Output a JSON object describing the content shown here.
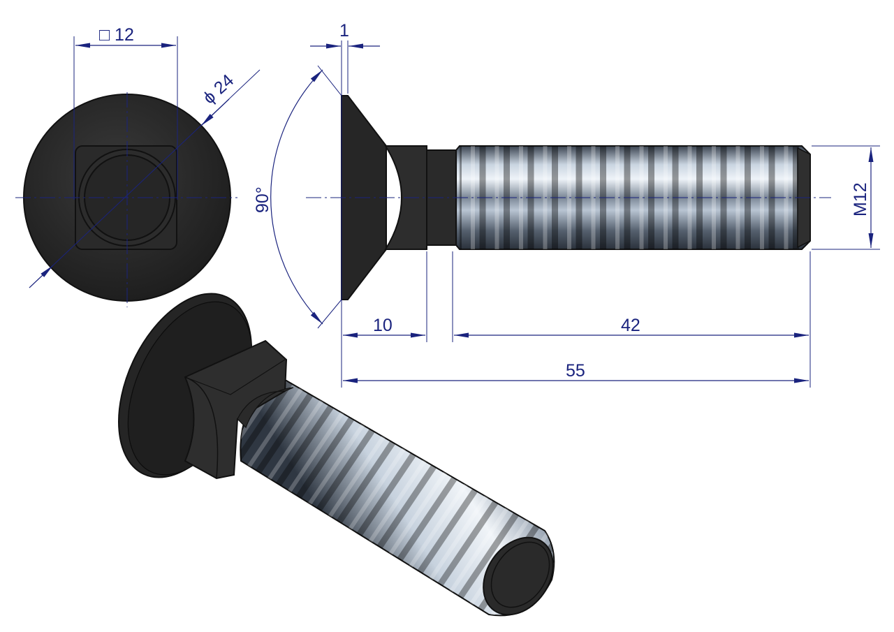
{
  "dimensions": {
    "square_head": "□ 12",
    "head_diameter": "ϕ 24",
    "head_rim_thickness": "1",
    "countersink_angle": "90°",
    "thread_size": "M12",
    "neck_length": "10",
    "thread_length": "42",
    "overall_length": "55"
  },
  "colors": {
    "dimension_line": "#1a237e",
    "body_dark": "#2b2b2b",
    "outline": "#111111",
    "thread_light": "#d8e2ec",
    "thread_dark": "#3f4a58"
  }
}
